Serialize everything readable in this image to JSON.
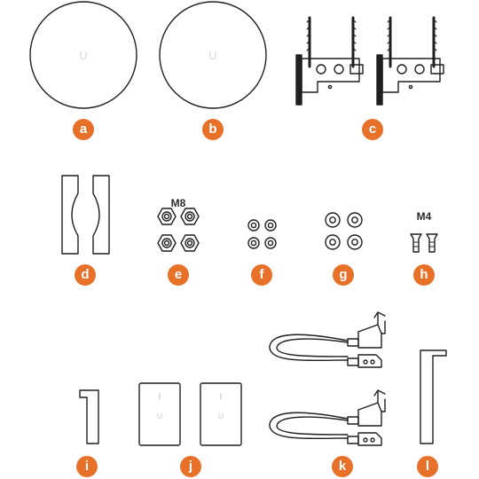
{
  "accent": "#e8712a",
  "ink": "#1f1f1f",
  "logo_text": "U",
  "size_labels": {
    "e": "M8",
    "h": "M4"
  },
  "items": [
    {
      "key": "a",
      "label": "a",
      "part": "antenna-dish-cover"
    },
    {
      "key": "b",
      "label": "b",
      "part": "antenna-dish-cover"
    },
    {
      "key": "c",
      "label": "c",
      "part": "mounting-brackets"
    },
    {
      "key": "d",
      "label": "d",
      "part": "pole-clamp-pieces"
    },
    {
      "key": "e",
      "label": "e",
      "part": "m8-nuts"
    },
    {
      "key": "f",
      "label": "f",
      "part": "washers"
    },
    {
      "key": "g",
      "label": "g",
      "part": "flat-washers"
    },
    {
      "key": "h",
      "label": "h",
      "part": "m4-screws"
    },
    {
      "key": "i",
      "label": "i",
      "part": "small-hex-key"
    },
    {
      "key": "j",
      "label": "j",
      "part": "poe-adapters"
    },
    {
      "key": "k",
      "label": "k",
      "part": "power-cords"
    },
    {
      "key": "l",
      "label": "l",
      "part": "large-hex-key"
    }
  ]
}
